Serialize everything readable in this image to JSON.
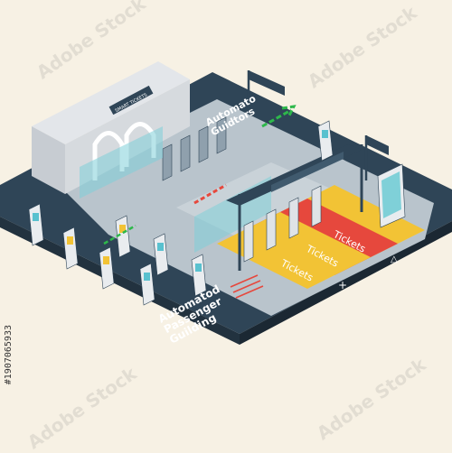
{
  "labels": {
    "guidance_title": "Automato\nGuidtors",
    "passenger_title": "Automatod\nPassenger\nGuilding",
    "smart_sign": "SMART TICKETS",
    "lane_top": "Tickets",
    "lane_mid": "Tickets",
    "lane_bot": "Tickets",
    "lane_top_symbol": "△",
    "lane_bot_symbol": "+"
  },
  "watermark": "Adobe Stock",
  "stock_id": "#1907065933",
  "colors": {
    "background": "#f7f1e4",
    "floor_dark": "#2f4557",
    "floor_light": "#b9c4cc",
    "wall": "#d9dde2",
    "accent_red": "#e6483d",
    "accent_yellow": "#f2c335",
    "accent_green": "#2eb84b",
    "glass": "#7fd0d8"
  },
  "icons": [
    "arrow-up-right-icon",
    "ticket-icon"
  ]
}
